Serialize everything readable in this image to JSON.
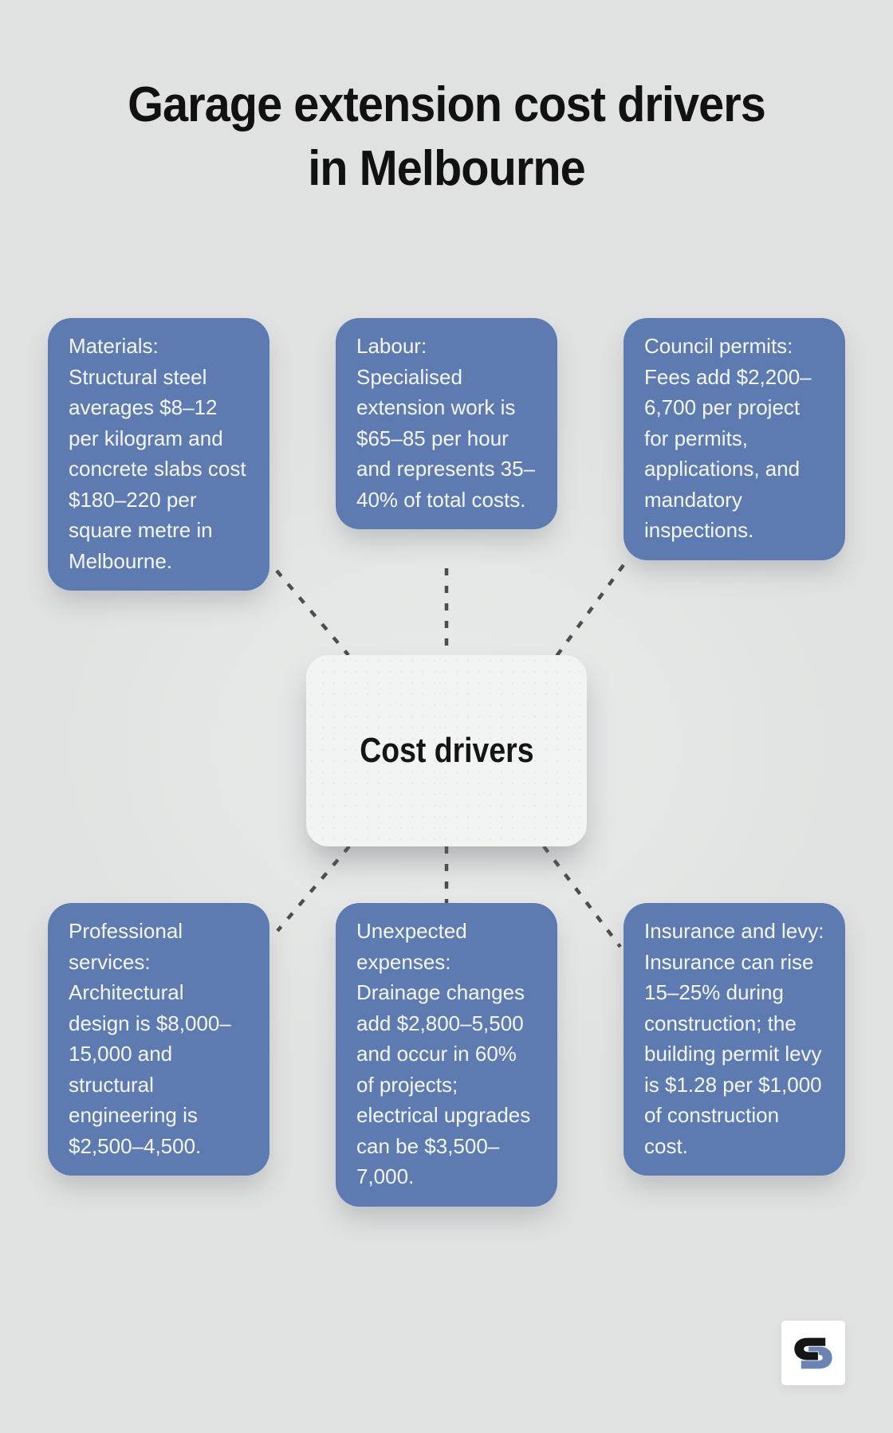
{
  "title": {
    "line1": "Garage extension cost drivers",
    "line2": "in Melbourne"
  },
  "center": {
    "label": "Cost drivers"
  },
  "nodes": [
    {
      "id": "materials",
      "text": "Materials: Structural steel averages $8–12 per kilogram and concrete slabs cost $180–220 per square metre in Melbourne."
    },
    {
      "id": "labour",
      "text": "Labour: Specialised extension work is $65–85 per hour and represents 35–40% of total costs."
    },
    {
      "id": "council-permits",
      "text": "Council permits: Fees add $2,200–6,700 per project for permits, applications, and mandatory inspections."
    },
    {
      "id": "professional-services",
      "text": "Professional services: Architectural design is $8,000–15,000 and structural engineering is $2,500–4,500."
    },
    {
      "id": "unexpected-expenses",
      "text": "Unexpected expenses: Drainage changes add $2,800–5,500 and occur in 60% of projects; electrical upgrades can be $3,500–7,000."
    },
    {
      "id": "insurance-levy",
      "text": "Insurance and levy: Insurance can rise 15–25% during construction; the building permit levy is $1.28 per $1,000 of construction cost."
    }
  ],
  "logo": {
    "name": "s-monogram"
  },
  "colors": {
    "background": "#e0e2e1",
    "node_fill": "#5e7bb1",
    "node_text": "#f4f6f9",
    "center_fill": "#f2f4f3",
    "center_text": "#151515",
    "connector": "#4d4d4d",
    "title_text": "#111111",
    "logo_dark": "#151515",
    "logo_blue": "#6b83b3",
    "logo_bg": "#ffffff"
  }
}
